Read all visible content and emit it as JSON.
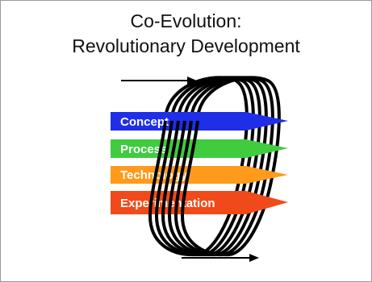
{
  "slide": {
    "title_line1": "Co-Evolution:",
    "title_line2": "Revolutionary Development"
  },
  "diagram": {
    "bands": [
      {
        "label": "Concept",
        "color": "#1f2fe8"
      },
      {
        "label": "Process",
        "color": "#3fcc3f"
      },
      {
        "label": "Technology",
        "color": "#ff9a1a"
      },
      {
        "label": "Experimentation",
        "color": "#f04a1a"
      }
    ],
    "spiral_color": "#000000",
    "spiral_loops": 6
  }
}
